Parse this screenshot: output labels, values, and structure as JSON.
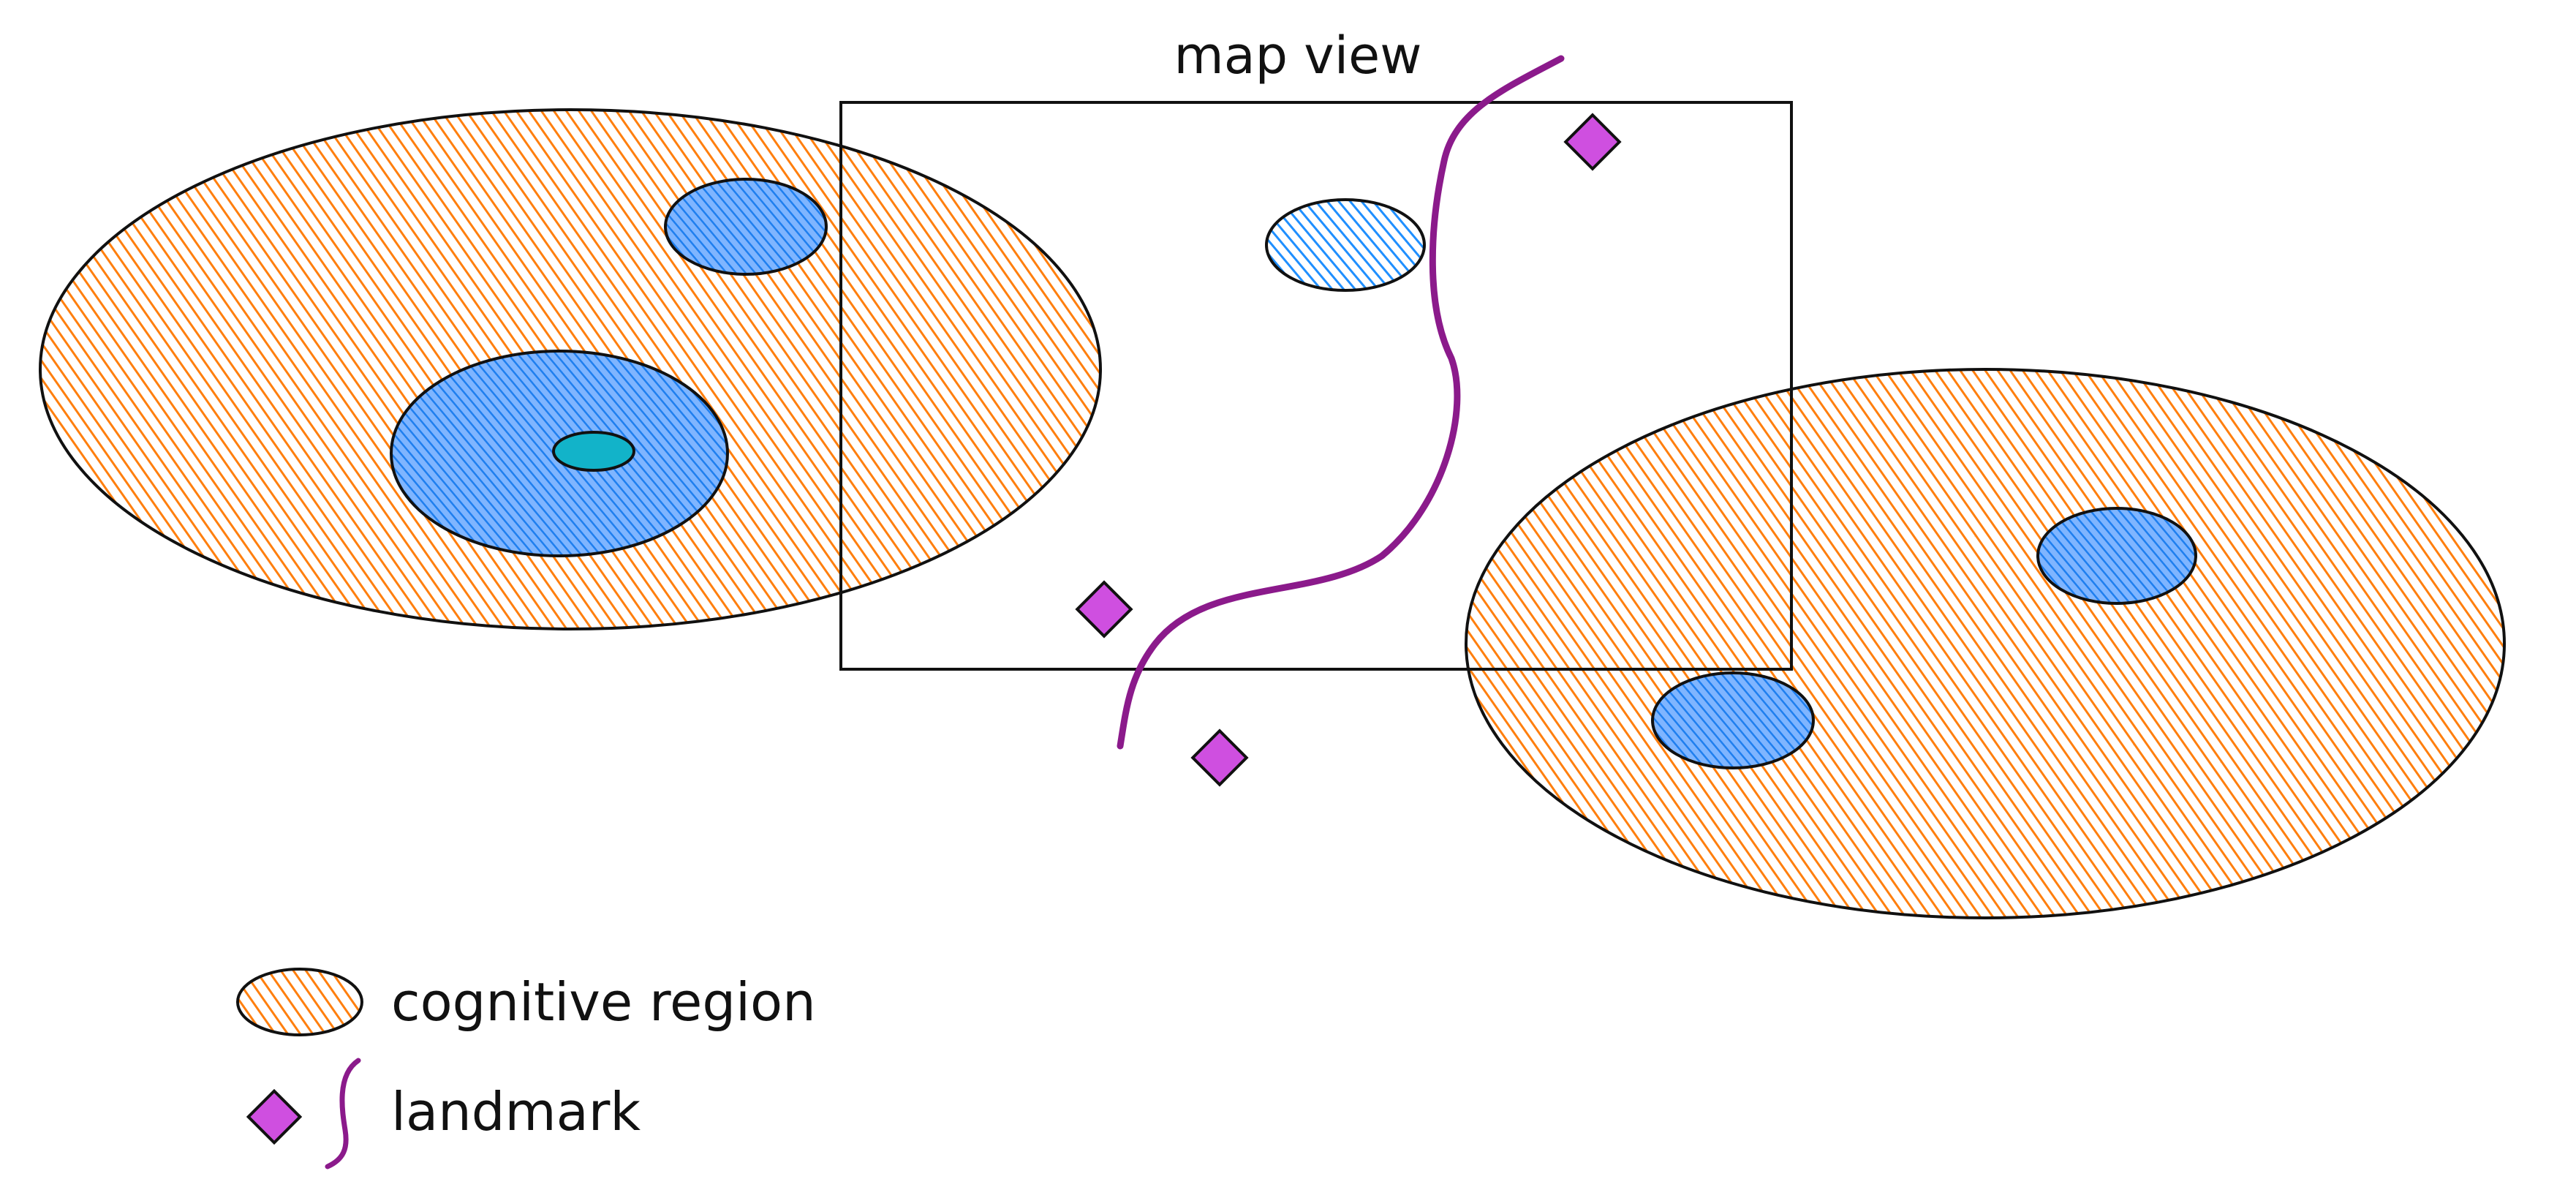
{
  "map_view": {
    "title": "map view"
  },
  "legend": {
    "cognitive_region_label": "cognitive region",
    "landmark_label": "landmark"
  },
  "colors": {
    "cognitive_region_fill": "#ff7f0e",
    "nested_region_fill": "#1f8fff",
    "inner_core_fill": "#12b3c9",
    "landmark_fill": "#cf4fe0",
    "landmark_line": "#8b1a8b",
    "outline": "#111111"
  }
}
